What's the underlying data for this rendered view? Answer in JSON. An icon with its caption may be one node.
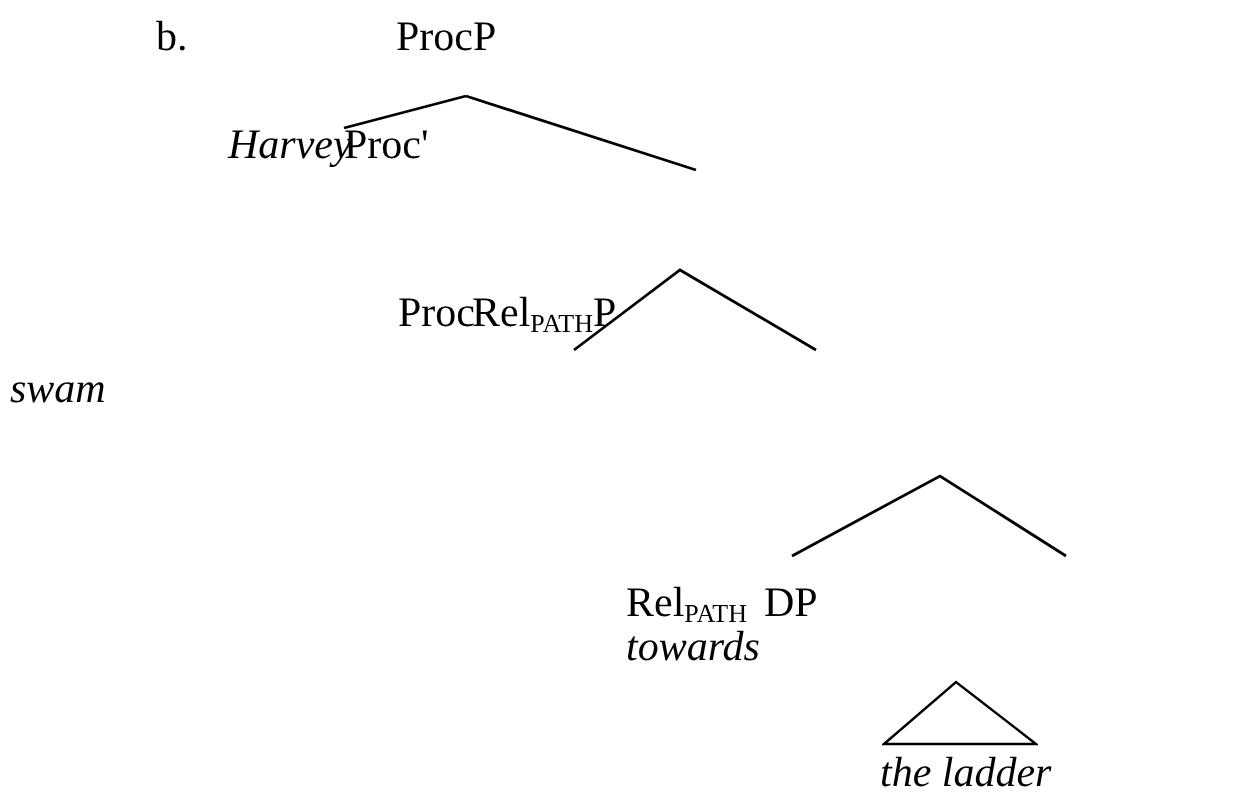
{
  "diagram": {
    "nodes": [
      {
        "text": [
          "ProcP"
        ]
      },
      {
        "text": [
          "Harvey"
        ]
      },
      {
        "text": [],
        "shape": "triangle",
        "beside": [
          "the ladder"
        ]
      }
    ],
    "edges": [
      {
        "from": 0,
        "to": 1,
        "arrow": "none"
      },
      {
        "from": 0,
        "to": null,
        "arrow": "none"
      }
    ],
    "labels": [
      "b.",
      "Proc'",
      "Proc",
      "Rel$_{PATH}$P",
      "swam",
      "Rel$_{PATH}$",
      "DP",
      "towards"
    ]
  }
}
